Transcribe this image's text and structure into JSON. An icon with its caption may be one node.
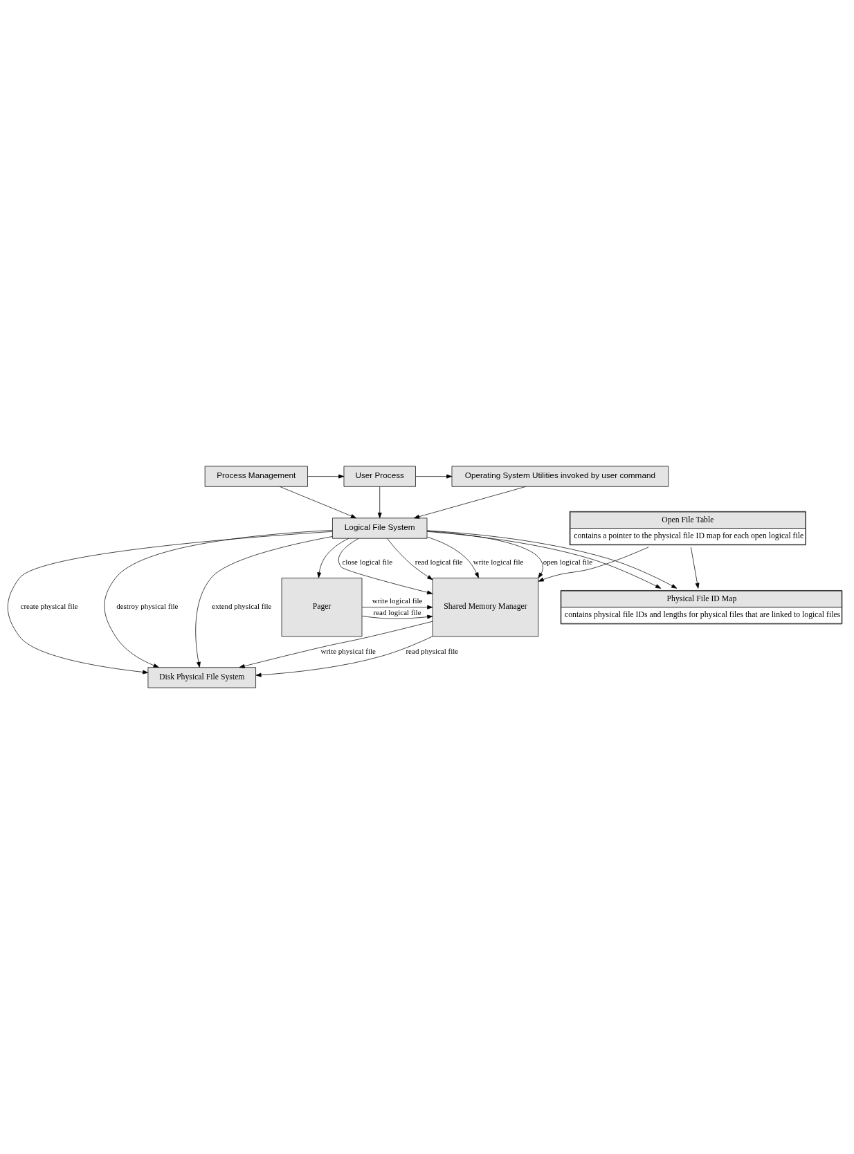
{
  "diagram": {
    "nodes": [
      {
        "text": [
          "Process Management"
        ]
      },
      {
        "text": [
          "User Process"
        ]
      },
      {
        "text": [
          "Operating System Utilities invoked by user command"
        ]
      },
      {
        "text": [
          "Logical File System"
        ]
      },
      {
        "text": [
          "Physical File ID Map",
          "contains physical file IDs and lengths for physical files that are linked to logical files"
        ]
      },
      {
        "text": [
          "Open File Table",
          "contains a pointer to the physical file ID map for each open logical file"
        ]
      },
      {
        "text": [
          "Pager"
        ]
      },
      {
        "text": [
          "Shared Memory Manager"
        ]
      },
      {
        "text": [
          "Disk Physical File System"
        ]
      }
    ],
    "edges": [
      {
        "from": 0,
        "to": 1,
        "arrow": "to"
      },
      {
        "from": 1,
        "to": 2,
        "arrow": "to"
      },
      {
        "from": 1,
        "to": 3,
        "arrow": "to"
      },
      {
        "from": 2,
        "to": 3,
        "arrow": "to"
      },
      {
        "from": 0,
        "to": 3,
        "arrow": "to"
      },
      {
        "from": 3,
        "to": 8,
        "arrow": "to",
        "label": "create physical file"
      },
      {
        "from": 3,
        "to": 8,
        "arrow": "to",
        "label": "destroy physical file"
      },
      {
        "from": 3,
        "to": 8,
        "arrow": "to",
        "label": "extend physical file"
      },
      {
        "from": 3,
        "to": 4,
        "arrow": "to"
      },
      {
        "from": 3,
        "to": 6,
        "arrow": "to"
      },
      {
        "from": 3,
        "to": 4,
        "arrow": "to"
      },
      {
        "from": 3,
        "to": 7,
        "arrow": "to",
        "label": "open logical file"
      },
      {
        "from": 3,
        "to": 7,
        "arrow": "to",
        "label": "close logical file"
      },
      {
        "from": 3,
        "to": 7,
        "arrow": "to",
        "label": "read logical file"
      },
      {
        "from": 3,
        "to": 7,
        "arrow": "to",
        "label": "write logical file"
      },
      {
        "from": 5,
        "to": 4,
        "arrow": "to"
      },
      {
        "from": 5,
        "to": 7,
        "arrow": "to"
      },
      {
        "from": 6,
        "to": 7,
        "arrow": "to",
        "label": "read logical file"
      },
      {
        "from": 6,
        "to": 7,
        "arrow": "to",
        "label": "write logical file"
      },
      {
        "from": 7,
        "to": 8,
        "arrow": "to",
        "label": "read physical file"
      },
      {
        "from": 7,
        "to": 8,
        "arrow": "to",
        "label": "write physical file"
      }
    ]
  }
}
